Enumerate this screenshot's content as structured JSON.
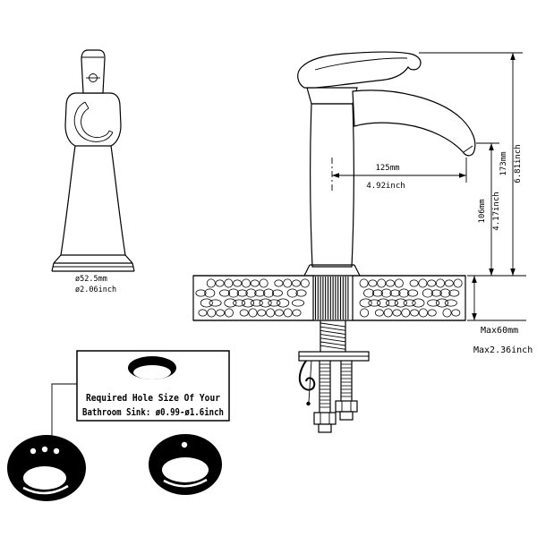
{
  "drawing": {
    "front_view": {
      "base_diameter_mm": "ø52.5mm",
      "base_diameter_inch": "ø2.06inch"
    },
    "side_view": {
      "spout_reach_mm": "125mm",
      "spout_reach_inch": "4.92inch",
      "spout_height_mm": "106mm",
      "spout_height_inch": "4.17inch",
      "overall_height_mm": "173mm",
      "overall_height_inch": "6.81inch",
      "max_deck_thickness_mm": "Max60mm",
      "max_deck_thickness_inch": "Max2.36inch"
    },
    "hole_note": {
      "line1": "Required Hole Size Of Your",
      "line2": "Bathroom Sink: ø0.99-ø1.6inch"
    },
    "colors": {
      "line": "#000000",
      "background": "#ffffff"
    }
  }
}
